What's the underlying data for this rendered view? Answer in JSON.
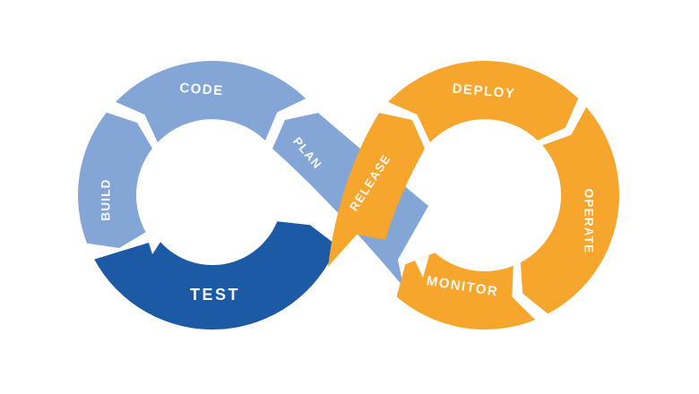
{
  "diagram": {
    "segments": [
      {
        "id": "code",
        "label": "CODE"
      },
      {
        "id": "build",
        "label": "BUILD"
      },
      {
        "id": "plan",
        "label": "PLAN"
      },
      {
        "id": "test",
        "label": "TEST"
      },
      {
        "id": "release",
        "label": "RELEASE"
      },
      {
        "id": "deploy",
        "label": "DEPLOY"
      },
      {
        "id": "operate",
        "label": "OPERATE"
      },
      {
        "id": "monitor",
        "label": "MONITOR"
      }
    ],
    "colors": {
      "light_blue": "#84A6D7",
      "dark_blue": "#1D5AA6",
      "orange": "#F6A52D",
      "label": "#FFFFFF",
      "background": "#FFFFFF"
    }
  }
}
